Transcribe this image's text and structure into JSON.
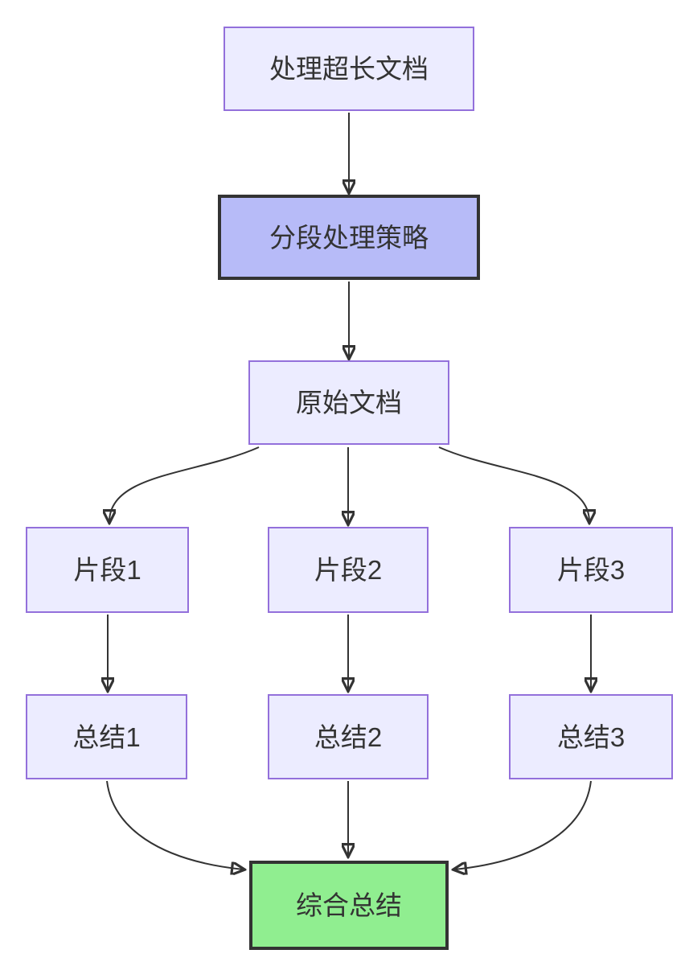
{
  "diagram": {
    "type": "flowchart",
    "direction": "top-down",
    "nodes": {
      "process": {
        "label": "处理超长文档",
        "style": "default"
      },
      "strategy": {
        "label": "分段处理策略",
        "style": "emphasis"
      },
      "source": {
        "label": "原始文档",
        "style": "default"
      },
      "fragment1": {
        "label": "片段1",
        "style": "default"
      },
      "fragment2": {
        "label": "片段2",
        "style": "default"
      },
      "fragment3": {
        "label": "片段3",
        "style": "default"
      },
      "summary1": {
        "label": "总结1",
        "style": "default"
      },
      "summary2": {
        "label": "总结2",
        "style": "default"
      },
      "summary3": {
        "label": "总结3",
        "style": "default"
      },
      "final": {
        "label": "综合总结",
        "style": "final"
      }
    },
    "edges": [
      {
        "from": "process",
        "to": "strategy"
      },
      {
        "from": "strategy",
        "to": "source"
      },
      {
        "from": "source",
        "to": "fragment1"
      },
      {
        "from": "source",
        "to": "fragment2"
      },
      {
        "from": "source",
        "to": "fragment3"
      },
      {
        "from": "fragment1",
        "to": "summary1"
      },
      {
        "from": "fragment2",
        "to": "summary2"
      },
      {
        "from": "fragment3",
        "to": "summary3"
      },
      {
        "from": "summary1",
        "to": "final"
      },
      {
        "from": "summary2",
        "to": "final"
      },
      {
        "from": "summary3",
        "to": "final"
      }
    ],
    "colors": {
      "canvas_bg": "#ffffff",
      "node_fill": "#ECECFF",
      "node_border": "#9370DB",
      "emphasis_fill": "#B7BBF8",
      "emphasis_border": "#333333",
      "final_fill": "#90EE90",
      "final_border": "#333333",
      "edge": "#333333",
      "text": "#333333"
    }
  }
}
